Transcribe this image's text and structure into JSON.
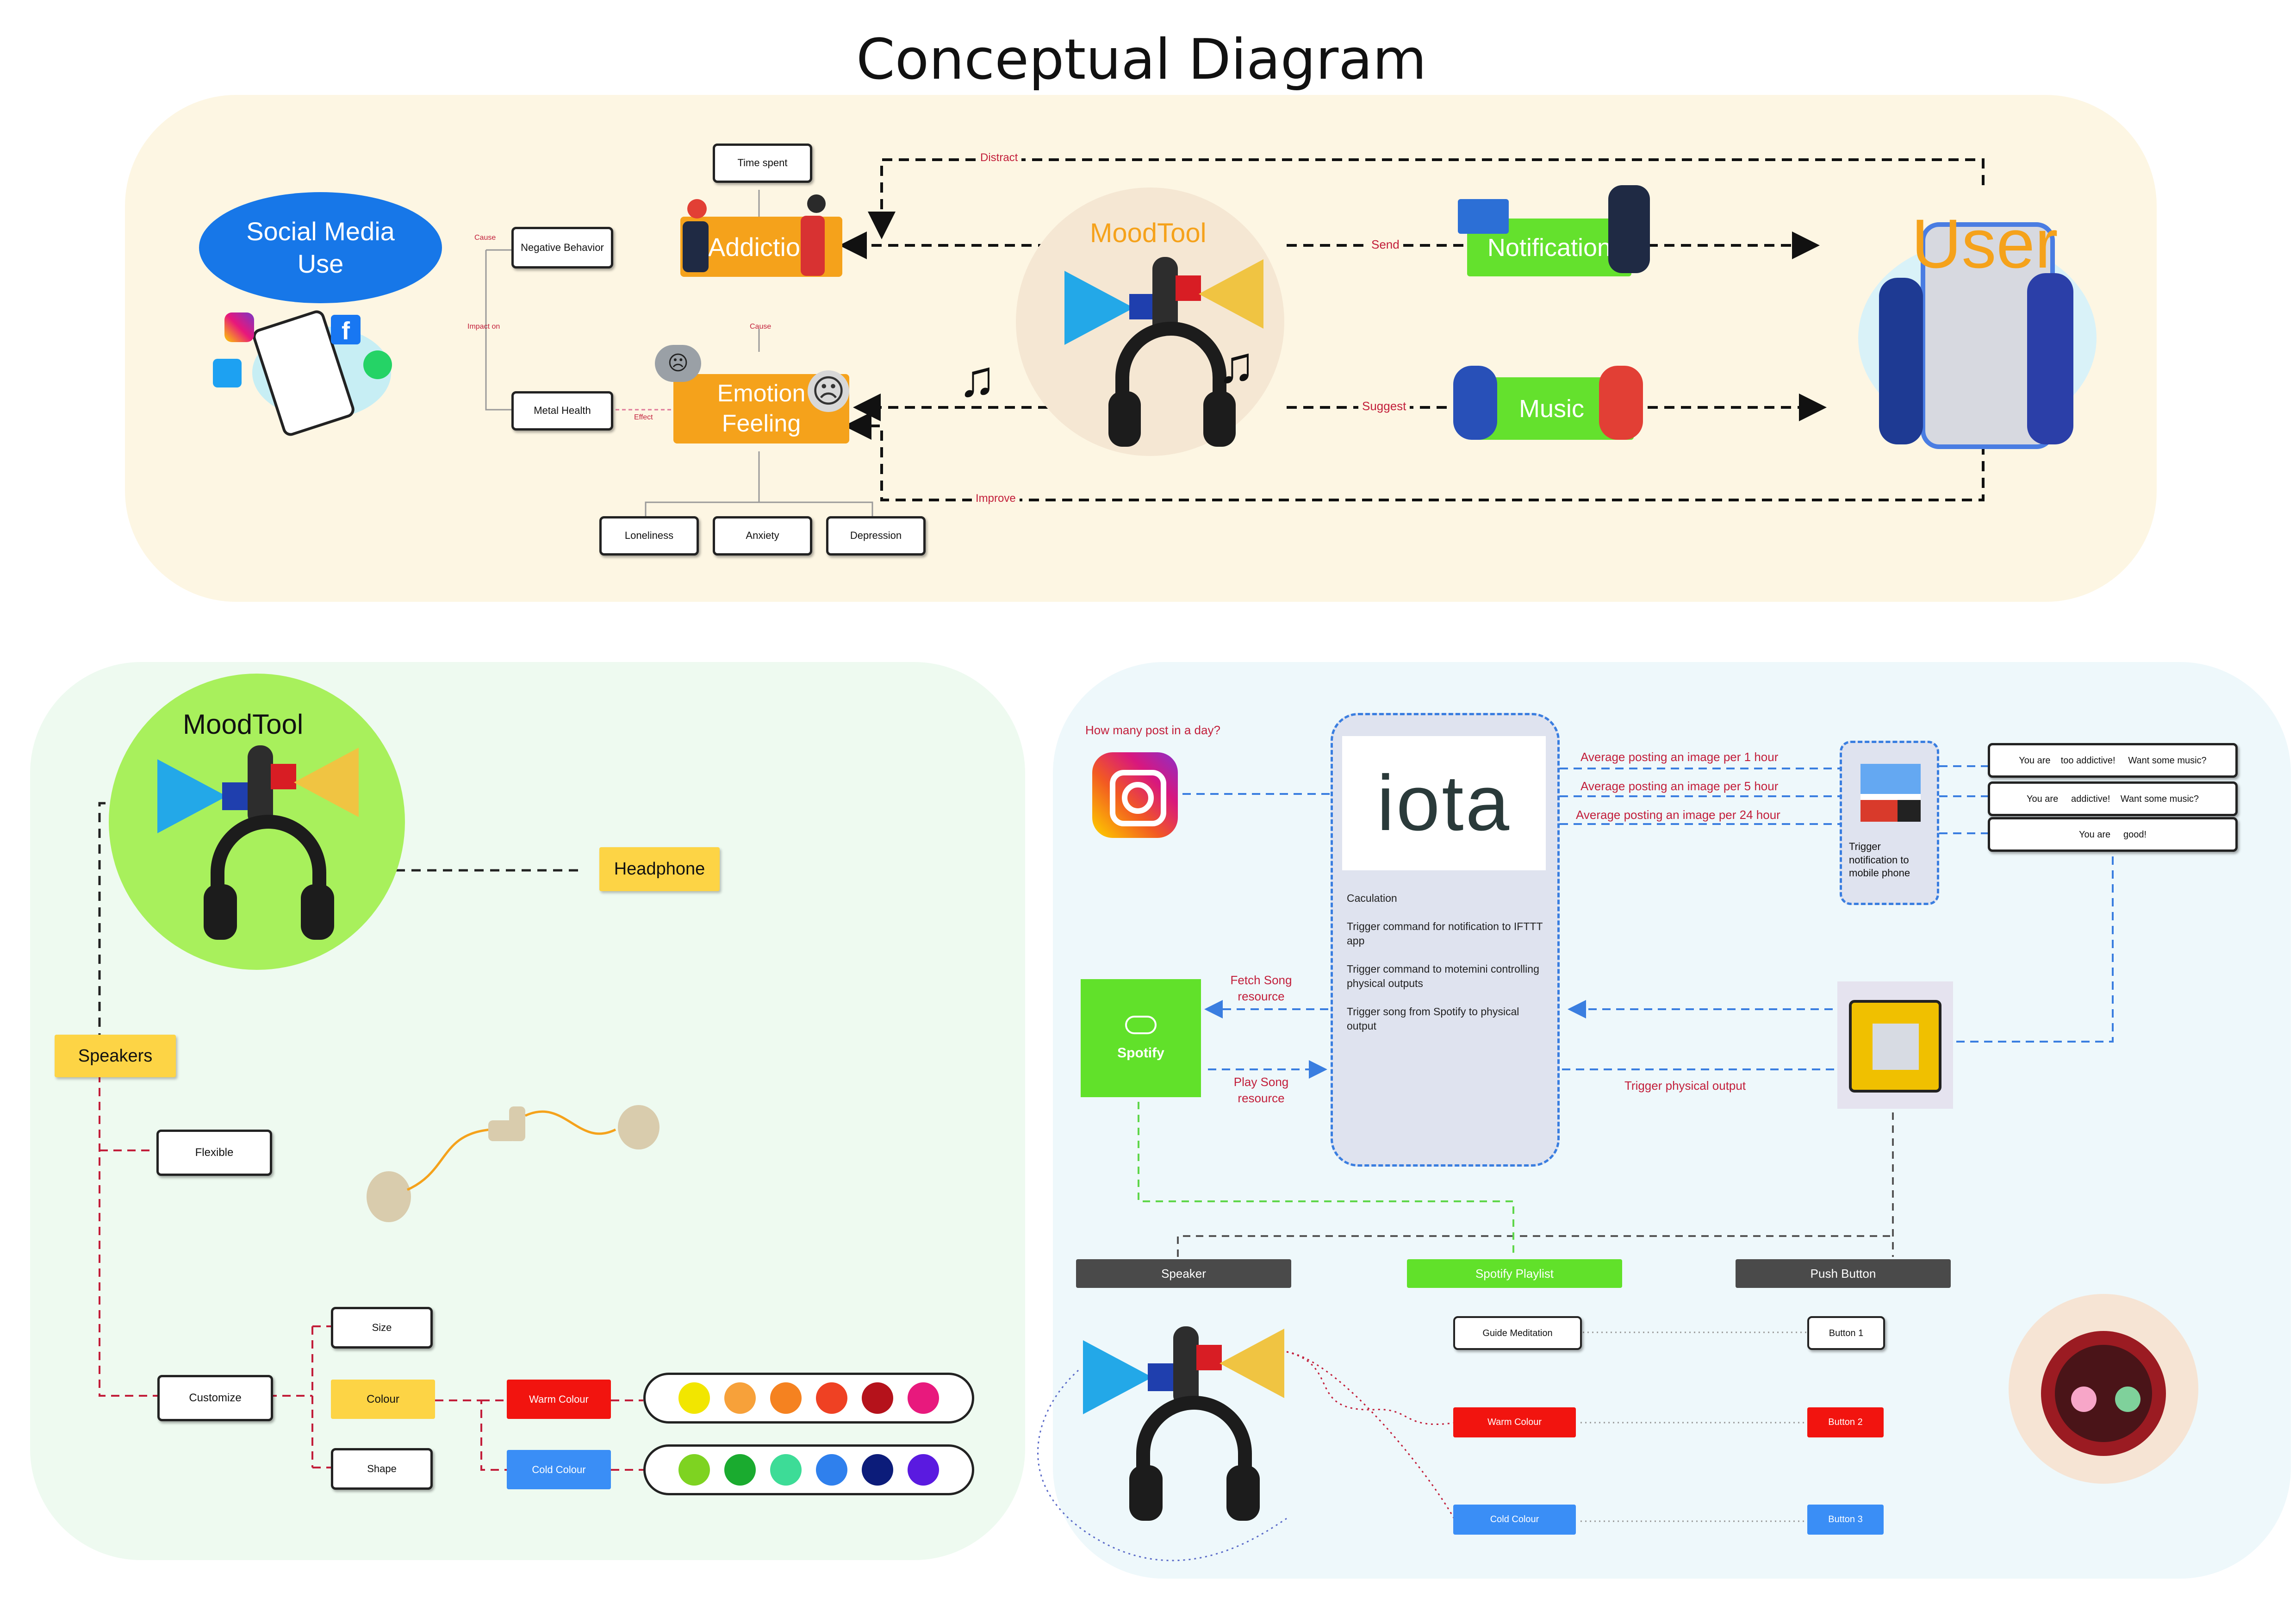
{
  "title": "Conceptual Diagram",
  "top": {
    "social_media_use": "Social Media Use",
    "negative_behavior": "Negative Behavior",
    "metal_health": "Metal Health",
    "time_spent": "Time spent",
    "addiction": "Addiction",
    "emotion_feeling": "Emotion Feeling",
    "loneliness": "Loneliness",
    "anxiety": "Anxiety",
    "depression": "Depression",
    "cause_1": "Cause",
    "impact_on": "Impact on",
    "effect": "Effect",
    "cause_2": "Cause",
    "distract": "Distract",
    "improve": "Improve",
    "moodtool": "MoodTool",
    "send": "Send",
    "suggest": "Suggest",
    "notification": "Notification",
    "music": "Music",
    "user": "User"
  },
  "left": {
    "moodtool": "MoodTool",
    "headphone": "Headphone",
    "speakers": "Speakers",
    "flexible": "Flexible",
    "customize": "Customize",
    "size": "Size",
    "colour": "Colour",
    "shape": "Shape",
    "warm_colour": "Warm Colour",
    "cold_colour": "Cold Colour",
    "warm_swatches": [
      "#f2e600",
      "#f7a13a",
      "#f58220",
      "#ef4123",
      "#b5121b",
      "#e8197d"
    ],
    "cold_swatches": [
      "#7ed321",
      "#1aab2f",
      "#3ddc97",
      "#2f80ed",
      "#0c1c7a",
      "#5a1ae0"
    ]
  },
  "right": {
    "question": "How many post in a day?",
    "iota": "iota",
    "calc_lines": [
      "Caculation",
      "Trigger command for notification to IFTTT app",
      "Trigger command to motemini controlling physical outputs",
      "Trigger song from Spotify to physical output"
    ],
    "avg_1h": "Average posting an image per 1 hour",
    "avg_5h": "Average posting an image per 5 hour",
    "avg_24h": "Average posting an image per 24 hour",
    "trigger_notification": "Trigger notification to mobile phone",
    "msg_1": "You are    too addictive!     Want some music?",
    "msg_2": "You are     addictive!    Want some music?",
    "msg_3": "You are     good!",
    "spotify": "Spotify",
    "fetch_song": "Fetch Song resource",
    "play_song": "Play Song resource",
    "trigger_physical": "Trigger physical output",
    "speaker": "Speaker",
    "spotify_playlist": "Spotify Playlist",
    "push_button": "Push Button",
    "guide_meditation": "Guide Meditation",
    "warm_colour": "Warm Colour",
    "cold_colour": "Cold Colour",
    "button_1": "Button 1",
    "button_2": "Button 2",
    "button_3": "Button 3"
  },
  "colors": {
    "top_bg": "#fdf6e3",
    "left_bg": "#eefaf0",
    "right_bg": "#eef8fb",
    "orange": "#f5a21b",
    "green": "#64e12d",
    "blue_oval": "#1777e8",
    "yellow": "#fdd445",
    "red_label": "#c21e3a",
    "warm_red": "#f2140f",
    "cold_blue": "#3a8ef6",
    "iota_panel": "#dfe3ef",
    "spotify_green": "#61e12a"
  }
}
